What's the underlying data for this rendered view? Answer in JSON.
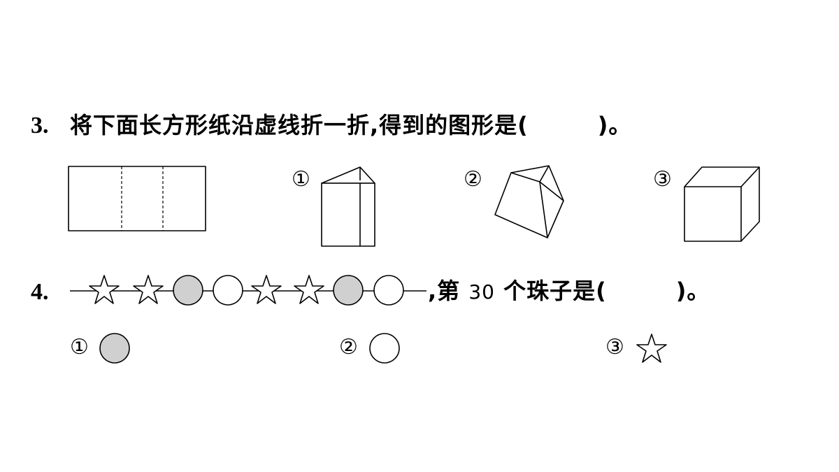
{
  "q3": {
    "number": "3.",
    "text": "将下面长方形纸沿虚线折一折,得到的图形是(　　　)。",
    "options": [
      {
        "label": "①",
        "shape": "triangular-prism-icon"
      },
      {
        "label": "②",
        "shape": "pyramid-icon"
      },
      {
        "label": "③",
        "shape": "cube-icon"
      }
    ]
  },
  "q4": {
    "number": "4.",
    "text_before": ",第 ",
    "count": "30",
    "text_after": " 个珠子是(　　　)。",
    "bead_sequence": [
      "star",
      "star",
      "gray-circle",
      "white-circle",
      "star",
      "star",
      "gray-circle",
      "white-circle"
    ],
    "options": [
      {
        "label": "①",
        "shape": "gray-circle-icon"
      },
      {
        "label": "②",
        "shape": "white-circle-icon"
      },
      {
        "label": "③",
        "shape": "star-icon"
      }
    ]
  },
  "colors": {
    "ink": "#000000",
    "gray_bead": "#d0d0d0",
    "white_bead": "#ffffff"
  }
}
